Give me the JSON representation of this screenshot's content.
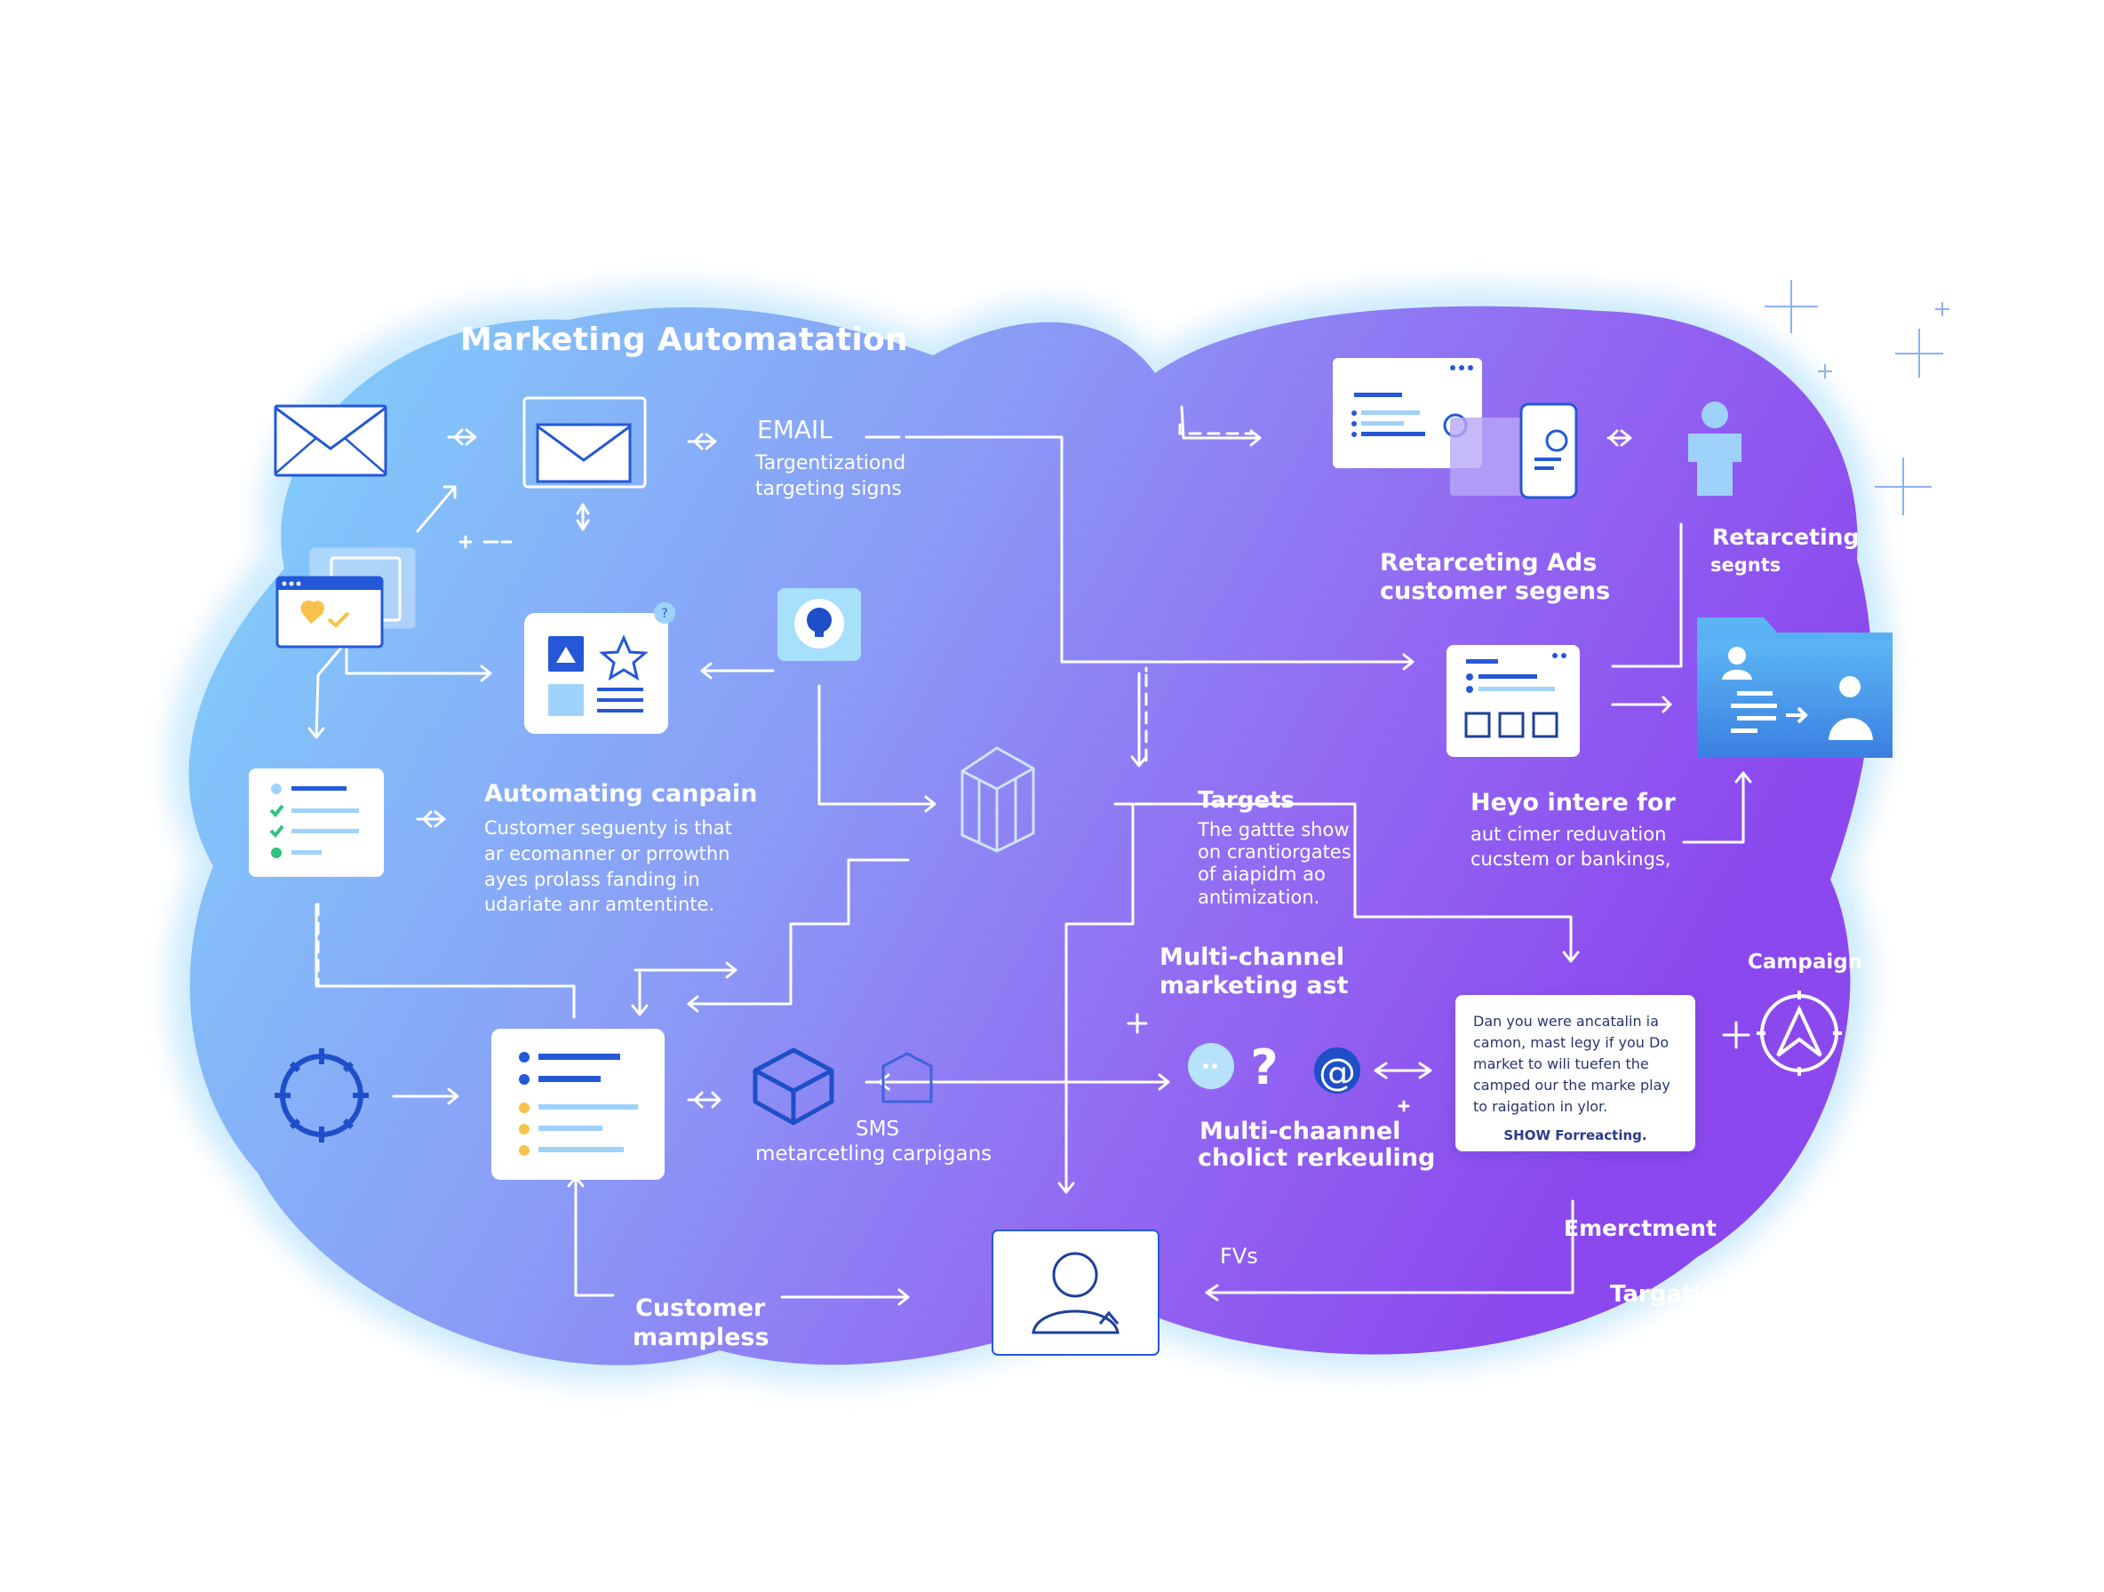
{
  "title": "Marketing Automatation",
  "nodes": {
    "email": {
      "heading": "EMAIL",
      "line1": "Targentizationd",
      "line2": "targeting signs"
    },
    "automating": {
      "heading": "Automating canpain",
      "line1": "Customer seguenty is that",
      "line2": "ar ecomanner or prrowthn",
      "line3": "ayes prolass fanding in",
      "line4": "udariate anr amtentinte."
    },
    "sms": {
      "heading": "SMS",
      "line1": "metarcetling carpigans"
    },
    "customer": {
      "line1": "Customer",
      "line2": "mampless"
    },
    "retargeting_ads": {
      "line1": "Retarceting Ads",
      "line2": "customer segens"
    },
    "retargeting_segments": {
      "line1": "Retarceting",
      "line2": "segnts"
    },
    "heyo": {
      "heading": "Heyo intere for",
      "line1": "aut cimer reduvation",
      "line2": "cucstem or bankings,"
    },
    "targets": {
      "heading": "Targets",
      "line1": "The gattte show",
      "line2": "on crantiorgates",
      "line3": "of aiapidm ao",
      "line4": "antimization."
    },
    "multichannel_top": {
      "line1": "Multi-channel",
      "line2": "marketing ast"
    },
    "multichannel_bottom": {
      "line1": "Multi-chaannel",
      "line2": "cholict rerkeuling"
    },
    "campaign": {
      "label": "Campaign"
    },
    "note": {
      "line1": "Dan you were ancatalin ia",
      "line2": "camon, mast legy if you Do",
      "line3": "market to wili tuefen the",
      "line4": "camped our the marke play",
      "line5": "to raigation in ylor.",
      "show": "SHOW Forreacting."
    },
    "fvs": {
      "label": "FVs"
    },
    "emerctment": {
      "label": "Emerctment"
    },
    "targation": {
      "label": "Targation"
    }
  },
  "icons": [
    "envelope-icon",
    "envelope-card-icon",
    "browser-window-icon",
    "content-card-icon",
    "lightbulb-icon",
    "checklist-card-icon",
    "box-3d-icon",
    "crosshair-icon",
    "list-card-icon",
    "cube-icon",
    "dashboard-card-icon",
    "mobile-phone-icon",
    "person-icon",
    "form-card-icon",
    "folder-users-icon",
    "chat-bubble-icon",
    "question-mark-icon",
    "at-sign-icon",
    "compass-icon",
    "user-profile-icon",
    "sparkle-icon"
  ],
  "colors": {
    "blob_left": "#7dd0fb",
    "blob_right": "#8b4cf0",
    "card_blue": "#2458d8",
    "icon_light": "#9fd2fb",
    "accent_yellow": "#f7c24b",
    "accent_green": "#2ec27e"
  }
}
